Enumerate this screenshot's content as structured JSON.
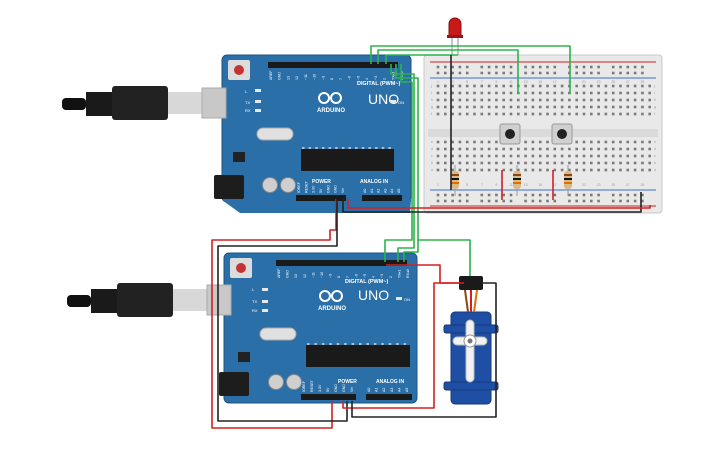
{
  "boards": [
    {
      "digital_label": "DIGITAL (PWM~)",
      "model": "UNO",
      "brand": "ARDUINO",
      "power_label": "POWER",
      "analog_label": "ANALOG IN",
      "on_label": "ON",
      "led_labels": [
        "L",
        "TX",
        "RX"
      ],
      "digital_pins": [
        "AREF",
        "GND",
        "13",
        "12",
        "~11",
        "~10",
        "~9",
        "8",
        "7",
        "~6",
        "~5",
        "4",
        "~3",
        "2",
        "TX▸1",
        "RX◂0"
      ],
      "power_pins": [
        "IOREF",
        "RESET",
        "3.3V",
        "5V",
        "GND",
        "GND",
        "Vin"
      ],
      "analog_pins": [
        "A0",
        "A1",
        "A2",
        "A3",
        "A4",
        "A5"
      ]
    },
    {
      "digital_label": "DIGITAL (PWM~)",
      "model": "UNO",
      "brand": "ARDUINO",
      "power_label": "POWER",
      "analog_label": "ANALOG IN",
      "on_label": "ON",
      "led_labels": [
        "L",
        "TX",
        "RX"
      ],
      "digital_pins": [
        "AREF",
        "GND",
        "13",
        "12",
        "~11",
        "~10",
        "~9",
        "8",
        "7",
        "~6",
        "~5",
        "4",
        "~3",
        "2",
        "TX▸1",
        "RX◂0"
      ],
      "power_pins": [
        "IOREF",
        "RESET",
        "3.3V",
        "5V",
        "GND",
        "GND",
        "Vin"
      ],
      "analog_pins": [
        "A0",
        "A1",
        "A2",
        "A3",
        "A4",
        "A5"
      ]
    }
  ],
  "breadboard": {
    "column_numbers": [
      "1",
      "2",
      "3",
      "4",
      "5",
      "6",
      "7",
      "8",
      "9",
      "10",
      "11",
      "12",
      "13",
      "14",
      "15",
      "16",
      "17",
      "18",
      "19",
      "20",
      "21",
      "22",
      "23",
      "24",
      "25",
      "26",
      "27",
      "28",
      "29",
      "30"
    ],
    "row_letters_top": [
      "j",
      "i",
      "h",
      "g",
      "f"
    ],
    "row_letters_bottom": [
      "e",
      "d",
      "c",
      "b",
      "a"
    ]
  },
  "colors": {
    "board": "#2a6fa8",
    "wire_green": "#2db34a",
    "wire_red": "#d42020",
    "wire_black": "#222222",
    "breadboard": "#e9e9e9",
    "led": "#c81818",
    "servo": "#1f4fa5"
  }
}
